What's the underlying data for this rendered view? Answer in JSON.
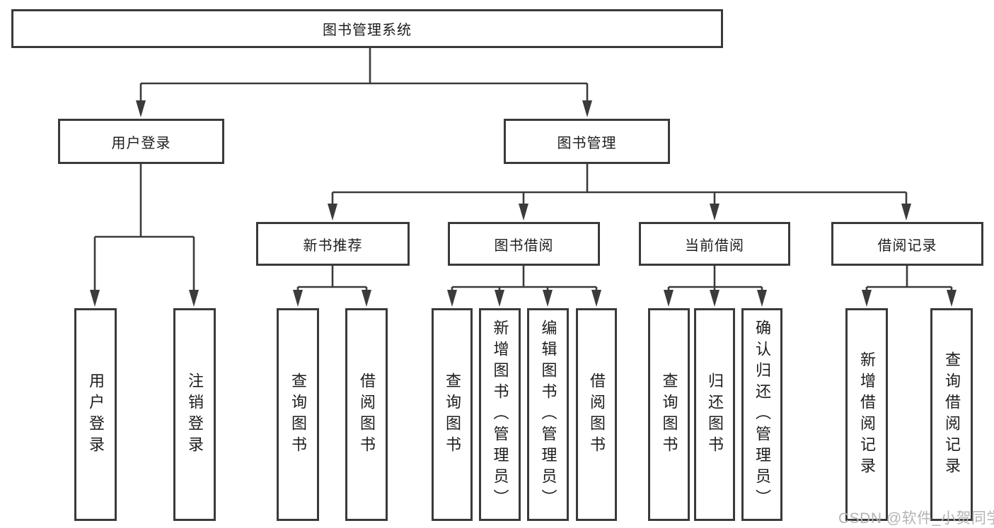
{
  "colors": {
    "line": "#3b3b3b",
    "box_border": "#3a3a3a",
    "box_fill": "#ffffff",
    "text": "#1d1d1d",
    "watermark": "#b3b3b3"
  },
  "watermark": {
    "text": "CSDN @软件_小贺同学"
  },
  "tree": {
    "label": "图书管理系统",
    "children": [
      {
        "label": "用户登录",
        "children": [
          {
            "label": "用户登录"
          },
          {
            "label": "注销登录"
          }
        ]
      },
      {
        "label": "图书管理",
        "children": [
          {
            "label": "新书推荐",
            "children": [
              {
                "label": "查询图书"
              },
              {
                "label": "借阅图书"
              }
            ]
          },
          {
            "label": "图书借阅",
            "children": [
              {
                "label": "查询图书"
              },
              {
                "label": "新增图书（管理员）"
              },
              {
                "label": "编辑图书（管理员）"
              },
              {
                "label": "借阅图书"
              }
            ]
          },
          {
            "label": "当前借阅",
            "children": [
              {
                "label": "查询图书"
              },
              {
                "label": "归还图书"
              },
              {
                "label": "确认归还（管理员）"
              }
            ]
          },
          {
            "label": "借阅记录",
            "children": [
              {
                "label": "新增借阅记录"
              },
              {
                "label": "查询借阅记录"
              }
            ]
          }
        ]
      }
    ]
  }
}
